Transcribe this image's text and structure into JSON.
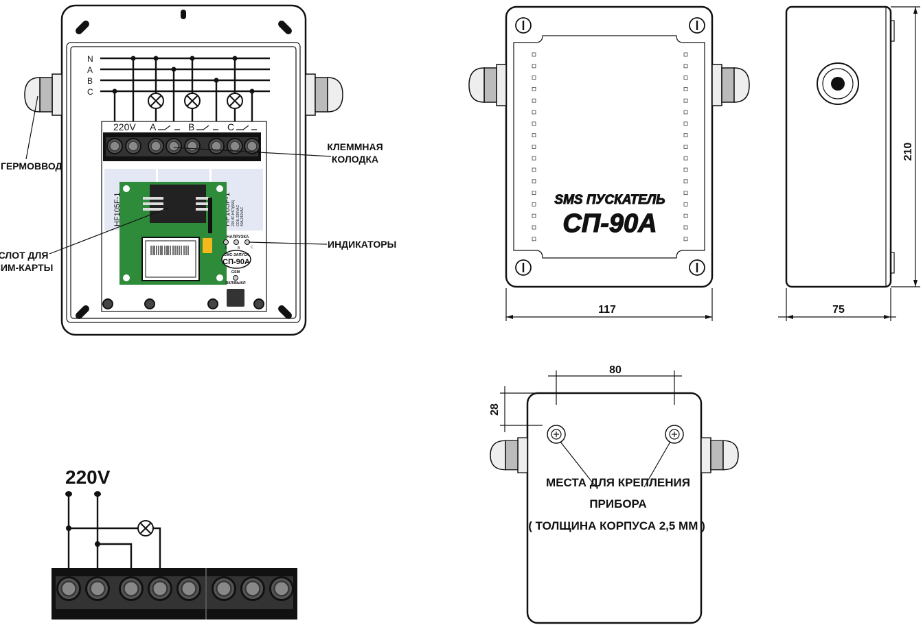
{
  "front_view": {
    "bus_labels": [
      "N",
      "A",
      "B",
      "C"
    ],
    "terminal_labels": {
      "v220": "220V",
      "a": "A",
      "b": "B",
      "c": "C"
    },
    "relay_labels": [
      "HF105F-1",
      "HF105F-1",
      "220 AT-HST(555)",
      "COIL 220VAC",
      "40A 240VAC"
    ],
    "led_header": "НАПРУЗКА",
    "led_labels": [
      "A",
      "B",
      "C"
    ],
    "badge_top": "СМС-ЗАПУСК",
    "badge_main": "СП-90А",
    "gsm_label": "GSM",
    "power_label": "ВКЛ/ВЫКЛ"
  },
  "callouts": {
    "gland": "ГЕРМОВВОД",
    "terminal_block": [
      "КЛЕММНАЯ",
      "КОЛОДКА"
    ],
    "sim_slot": [
      "СЛОТ ДЛЯ",
      "СИМ-КАРТЫ"
    ],
    "indicators": "ИНДИКАТОРЫ"
  },
  "top_view": {
    "label_small": "SMS ПУСКАТЕЛЬ",
    "label_big": "СП-90А",
    "width_dim": "117"
  },
  "side_view": {
    "height_dim": "210",
    "depth_dim": "75"
  },
  "bottom_view": {
    "hole_spacing_dim": "80",
    "hole_offset_dim": "28",
    "note": [
      "МЕСТА ДЛЯ КРЕПЛЕНИЯ",
      "ПРИБОРА",
      "( ТОЛЩИНА КОРПУСА 2,5 ММ )"
    ]
  },
  "wiring_example": {
    "voltage": "220V"
  },
  "colors": {
    "pcb": "#2e8b3a",
    "relay": "#e4e8f4",
    "led_yellow": "#f5b81c"
  }
}
